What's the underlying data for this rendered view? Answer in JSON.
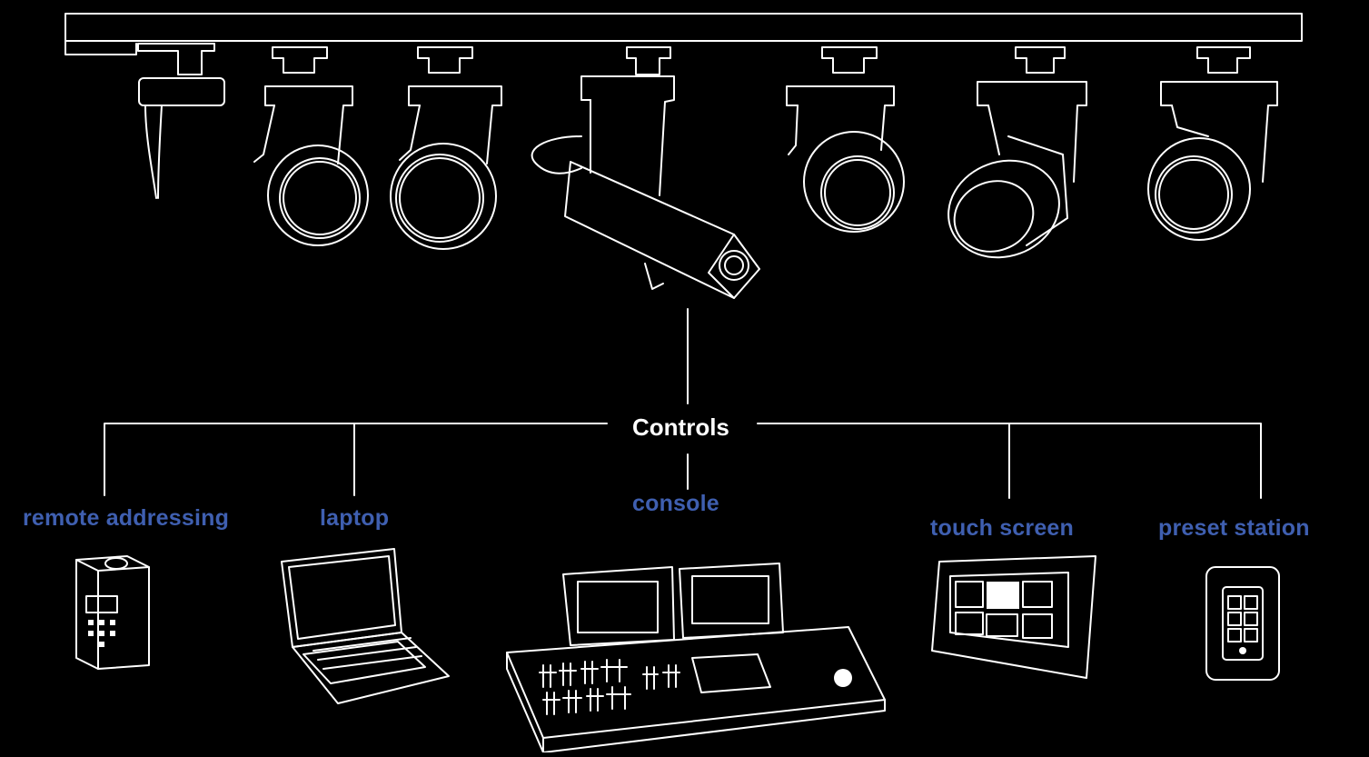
{
  "diagram": {
    "hub_label": "Controls",
    "controllers": [
      {
        "label": "remote addressing",
        "icon": "remote-addressing-icon"
      },
      {
        "label": "laptop",
        "icon": "laptop-icon"
      },
      {
        "label": "console",
        "icon": "console-icon"
      },
      {
        "label": "touch screen",
        "icon": "touch-screen-icon"
      },
      {
        "label": "preset station",
        "icon": "preset-station-icon"
      }
    ],
    "fixtures": [
      "moving-light-icon",
      "moving-light-icon",
      "moving-light-icon",
      "ellipsoidal-spotlight-icon",
      "moving-light-icon",
      "moving-light-icon",
      "moving-light-icon"
    ],
    "colors": {
      "background": "#000000",
      "line": "#ffffff",
      "label": "#3f5fb0",
      "hub_label": "#ffffff"
    }
  }
}
